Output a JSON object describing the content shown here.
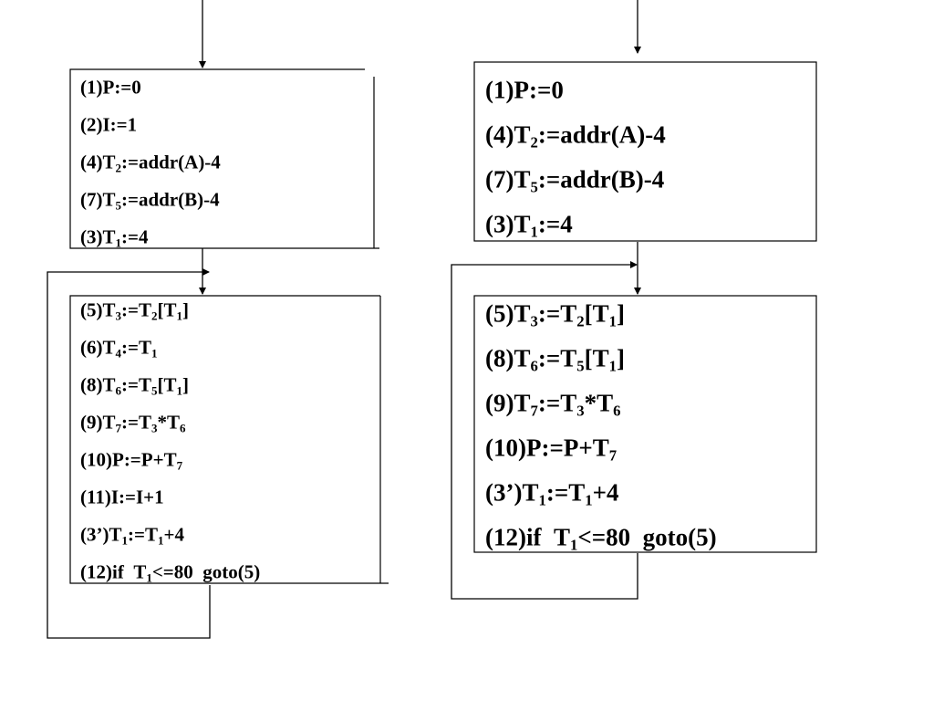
{
  "left": {
    "block1": [
      [
        [
          "(1)P:=0",
          ""
        ]
      ],
      [
        [
          "(2)I:=1",
          ""
        ]
      ],
      [
        [
          "(4)T",
          "2"
        ],
        [
          ":=addr(A)-4",
          ""
        ]
      ],
      [
        [
          "(7)T",
          "5"
        ],
        [
          ":=addr(B)-4",
          ""
        ]
      ],
      [
        [
          "(3)T",
          "1"
        ],
        [
          ":=4",
          ""
        ]
      ]
    ],
    "block2": [
      [
        [
          "(5)T",
          "3"
        ],
        [
          ":=T",
          "2"
        ],
        [
          "[T",
          "1"
        ],
        [
          "]",
          ""
        ]
      ],
      [
        [
          "(6)T",
          "4"
        ],
        [
          ":=T",
          "1"
        ]
      ],
      [
        [
          "(8)T",
          "6"
        ],
        [
          ":=T",
          "5"
        ],
        [
          "[T",
          "1"
        ],
        [
          "]",
          ""
        ]
      ],
      [
        [
          "(9)T",
          "7"
        ],
        [
          ":=T",
          "3"
        ],
        [
          "*T",
          "6"
        ]
      ],
      [
        [
          "(10)P:=P+T",
          "7"
        ]
      ],
      [
        [
          "(11)I:=I+1",
          ""
        ]
      ],
      [
        [
          "(3’)T",
          "1"
        ],
        [
          ":=T",
          "1"
        ],
        [
          "+4",
          ""
        ]
      ],
      [
        [
          "(12)if  T",
          "1"
        ],
        [
          "<=80  goto(5)",
          ""
        ]
      ]
    ]
  },
  "right": {
    "block1": [
      [
        [
          "(1)P:=0",
          ""
        ]
      ],
      [
        [
          "(4)T",
          "2"
        ],
        [
          ":=addr(A)-4",
          ""
        ]
      ],
      [
        [
          "(7)T",
          "5"
        ],
        [
          ":=addr(B)-4",
          ""
        ]
      ],
      [
        [
          "(3)T",
          "1"
        ],
        [
          ":=4",
          ""
        ]
      ]
    ],
    "block2": [
      [
        [
          "(5)T",
          "3"
        ],
        [
          ":=T",
          "2"
        ],
        [
          "[T",
          "1"
        ],
        [
          "]",
          ""
        ]
      ],
      [
        [
          "(8)T",
          "6"
        ],
        [
          ":=T",
          "5"
        ],
        [
          "[T",
          "1"
        ],
        [
          "]",
          ""
        ]
      ],
      [
        [
          "(9)T",
          "7"
        ],
        [
          ":=T",
          "3"
        ],
        [
          "*T",
          "6"
        ]
      ],
      [
        [
          "(10)P:=P+T",
          "7"
        ]
      ],
      [
        [
          "(3’)T",
          "1"
        ],
        [
          ":=T",
          "1"
        ],
        [
          "+4",
          ""
        ]
      ],
      [
        [
          "(12)if  T",
          "1"
        ],
        [
          "<=80  goto(5)",
          ""
        ]
      ]
    ]
  }
}
